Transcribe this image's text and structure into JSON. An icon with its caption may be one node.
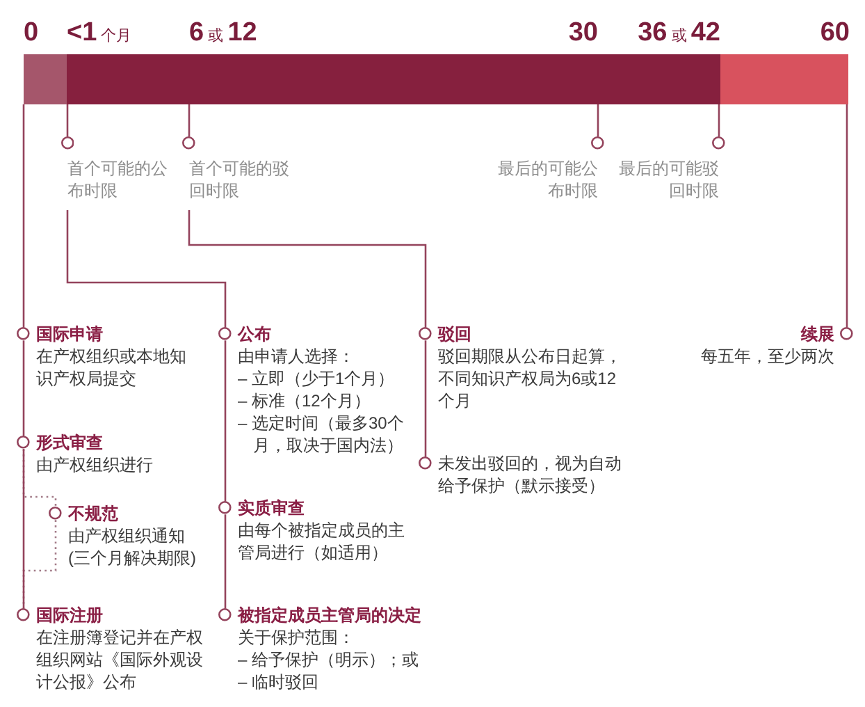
{
  "diagram": {
    "nodes": [
      {
        "text": [],
        "shape": "bar"
      },
      {
        "text": [],
        "shape": "bar"
      },
      {
        "text": [],
        "shape": "bar"
      },
      {
        "text": [
          "首个可能的公布时限"
        ]
      },
      {
        "text": [
          "首个可能的驳回时限"
        ]
      },
      {
        "text": [
          "最后的可能公布时限"
        ]
      },
      {
        "text": [
          "最后的可能驳回时限"
        ]
      },
      {
        "text": [
          "国际申请",
          "在产权组织或本地知识产权局提交"
        ]
      },
      {
        "text": [
          "形式审查",
          "由产权组织进行"
        ]
      },
      {
        "text": [
          "不规范",
          "由产权组织通知(三个月解决期限)"
        ]
      },
      {
        "text": [
          "国际注册",
          "在注册簿登记并在产权组织网站《国际外观设计公报》公布"
        ]
      },
      {
        "text": [
          "公布",
          "由申请人选择：",
          "– 立即（少于1个月）",
          "– 标准（12个月）",
          "– 选定时间（最多30个月，取决于国内法）"
        ]
      },
      {
        "text": [
          "实质审查",
          "由每个被指定成员的主管局进行（如适用）"
        ]
      },
      {
        "text": [
          "被指定成员主管局的决定",
          "关于保护范围：",
          "– 给予保护（明示）；或",
          "– 临时驳回"
        ]
      },
      {
        "text": [
          "驳回",
          "驳回期限从公布日起算，不同知识产权局为6或12个月"
        ]
      },
      {
        "text": [
          "未发出驳回的，视为自动给予保护（默示接受）"
        ]
      },
      {
        "text": [
          "续展",
          "每五年，至少两次"
        ]
      }
    ],
    "edges": [
      {
        "from": 0,
        "to": 7,
        "arrow": "none"
      },
      {
        "from": 7,
        "to": 8,
        "arrow": "none"
      },
      {
        "from": 8,
        "to": 9,
        "arrow": "none",
        "style": "dashed"
      },
      {
        "from": 9,
        "to": 10,
        "arrow": "none",
        "style": "dashed"
      },
      {
        "from": 8,
        "to": 10,
        "arrow": "none"
      },
      {
        "from": 1,
        "to": 3,
        "arrow": "none"
      },
      {
        "from": 3,
        "to": 11,
        "arrow": "none"
      },
      {
        "from": 1,
        "to": 4,
        "arrow": "none"
      },
      {
        "from": 4,
        "to": 14,
        "arrow": "none"
      },
      {
        "from": 1,
        "to": 5,
        "arrow": "none"
      },
      {
        "from": 1,
        "to": 6,
        "arrow": "none"
      },
      {
        "from": 2,
        "to": 16,
        "arrow": "none"
      },
      {
        "from": 11,
        "to": 12,
        "arrow": "none"
      },
      {
        "from": 12,
        "to": 13,
        "arrow": "none"
      },
      {
        "from": 14,
        "to": 15,
        "arrow": "none"
      }
    ],
    "labels": [
      "0",
      "**<1** 个月",
      "**6** 或 **12**",
      "30",
      "**36** 或 **42**",
      "60"
    ]
  }
}
